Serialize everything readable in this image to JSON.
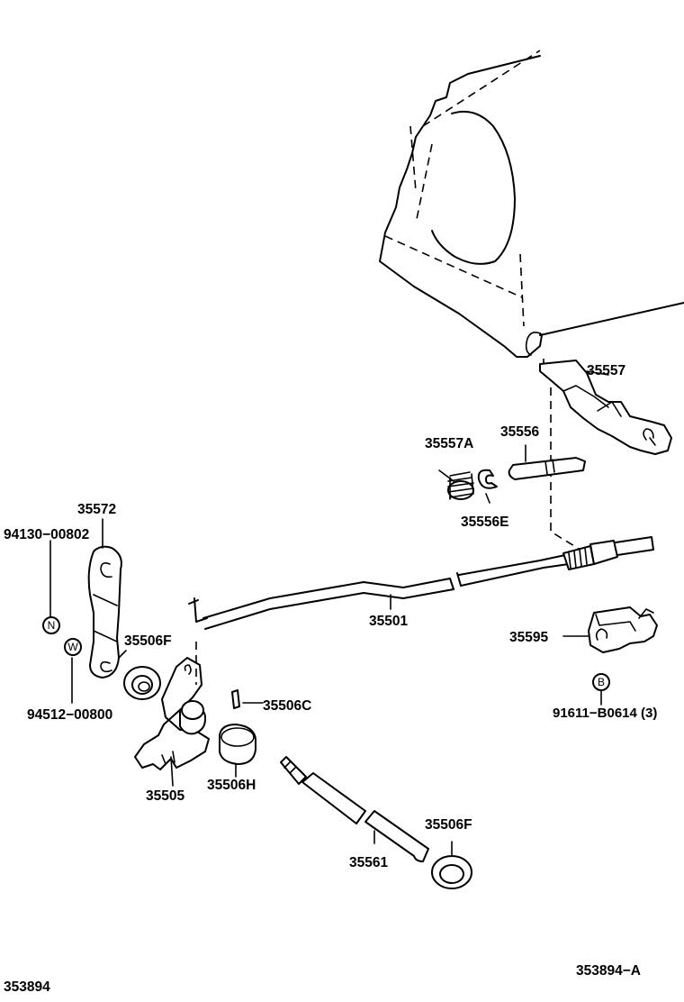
{
  "labels": {
    "p35557": "35557",
    "p35557a": "35557A",
    "p35556": "35556",
    "p35556e": "35556E",
    "p35572": "35572",
    "p94130": "94130−00802",
    "p35501": "35501",
    "p35595": "35595",
    "p35506f_left": "35506F",
    "p94512": "94512−00800",
    "p35506c": "35506C",
    "p91611": "91611−B0614 (3)",
    "p35505": "35505",
    "p35506h": "35506H",
    "p35506f_right": "35506F",
    "p35561": "35561"
  },
  "badges": {
    "n": "N",
    "w": "W",
    "b": "B"
  },
  "footer": {
    "left_code": "353894",
    "right_code": "353894−A"
  }
}
